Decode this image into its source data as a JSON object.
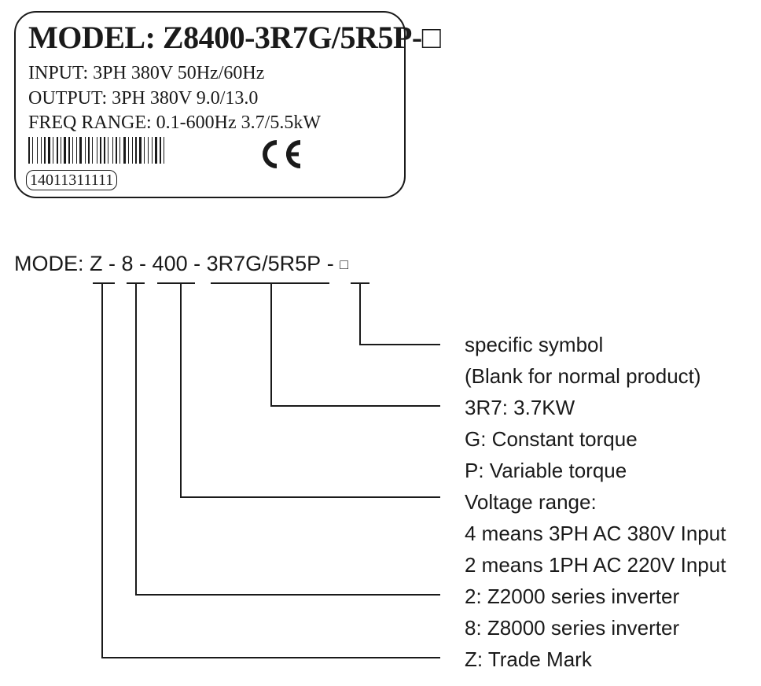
{
  "nameplate": {
    "model": "MODEL: Z8400-3R7G/5R5P-□",
    "input": "INPUT: 3PH 380V 50Hz/60Hz",
    "output": "OUTPUT: 3PH 380V 9.0/13.0",
    "freq": "FREQ RANGE: 0.1-600Hz 3.7/5.5kW",
    "barcode_icon": "barcode-icon",
    "ce_icon": "ce-mark-icon",
    "serial": "14011311111"
  },
  "code": {
    "prefix": "MODE: ",
    "z": "Z",
    "sep1": " - ",
    "series": "8",
    "sep2": " - ",
    "voltage": "400",
    "sep3": " - ",
    "power": "3R7G/5R5P",
    "sep4": " - ",
    "symbol": "□"
  },
  "descriptions": {
    "specific_symbol": "specific symbol",
    "blank_normal": "(Blank for normal product)",
    "power_3r7": "3R7: 3.7KW",
    "g_torque": "G: Constant torque",
    "p_torque": "P: Variable torque",
    "voltage_range": "Voltage range:",
    "v4": "4 means 3PH AC 380V Input",
    "v2": "2 means 1PH AC 220V Input",
    "s2": "2: Z2000 series inverter",
    "s8": "8: Z8000 series inverter",
    "trade_mark": "Z: Trade Mark"
  }
}
